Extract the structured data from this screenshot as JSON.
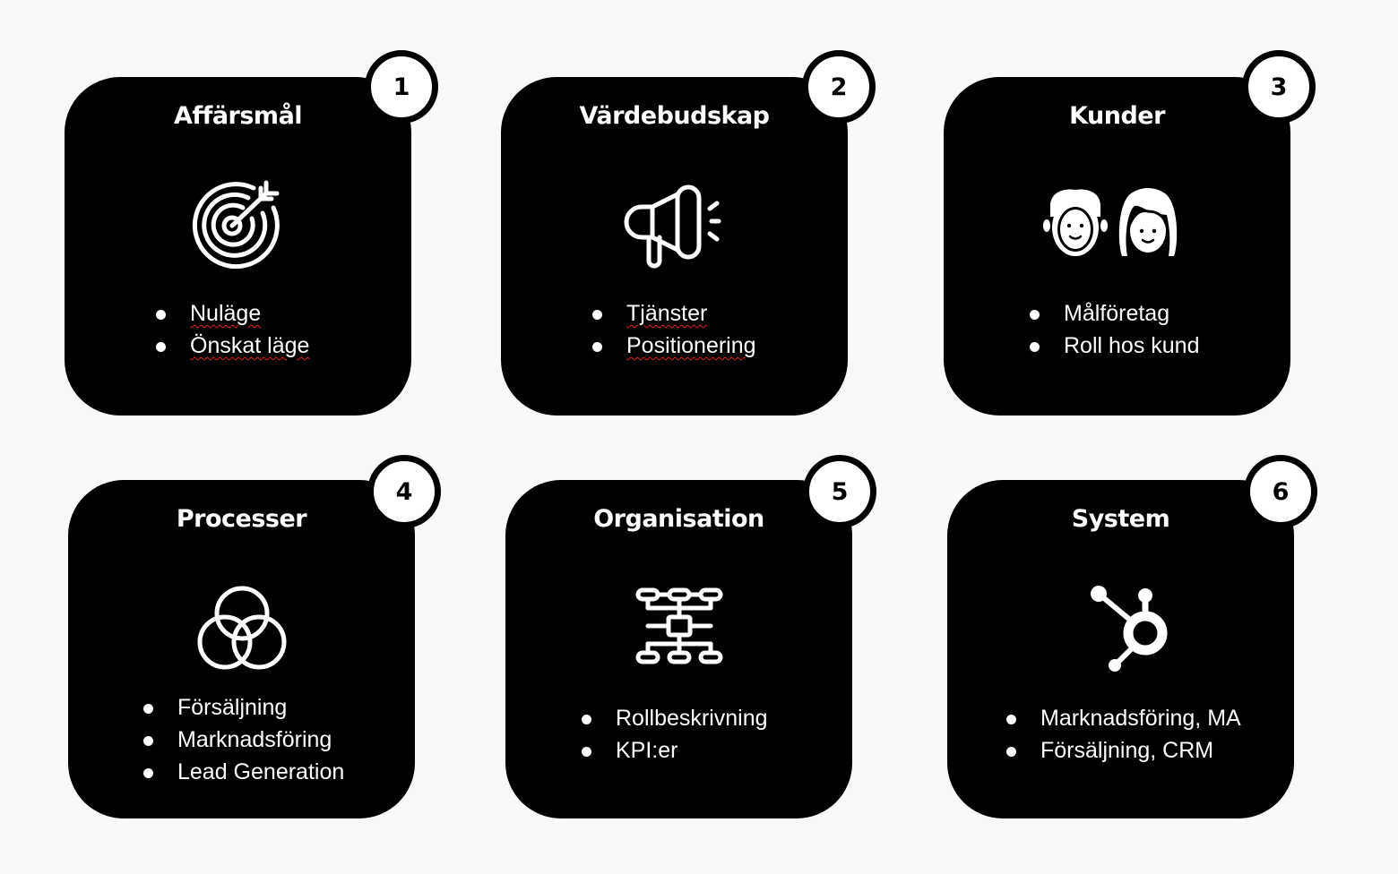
{
  "cards": [
    {
      "number": "1",
      "title": "Affärsmål",
      "icon": "target-icon",
      "items": [
        "Nuläge",
        "Önskat läge"
      ]
    },
    {
      "number": "2",
      "title": "Värdebudskap",
      "icon": "megaphone-icon",
      "items": [
        "Tjänster",
        "Positionering"
      ]
    },
    {
      "number": "3",
      "title": "Kunder",
      "icon": "customers-icon",
      "items": [
        "Målföretag",
        "Roll hos kund"
      ]
    },
    {
      "number": "4",
      "title": "Processer",
      "icon": "venn-diagram-icon",
      "items": [
        "Försäljning",
        "Marknadsföring",
        "Lead Generation"
      ]
    },
    {
      "number": "5",
      "title": "Organisation",
      "icon": "org-chart-icon",
      "items": [
        "Rollbeskrivning",
        "KPI:er"
      ]
    },
    {
      "number": "6",
      "title": "System",
      "icon": "hubspot-icon",
      "items": [
        "Marknadsföring, MA",
        "Försäljning, CRM"
      ]
    }
  ]
}
